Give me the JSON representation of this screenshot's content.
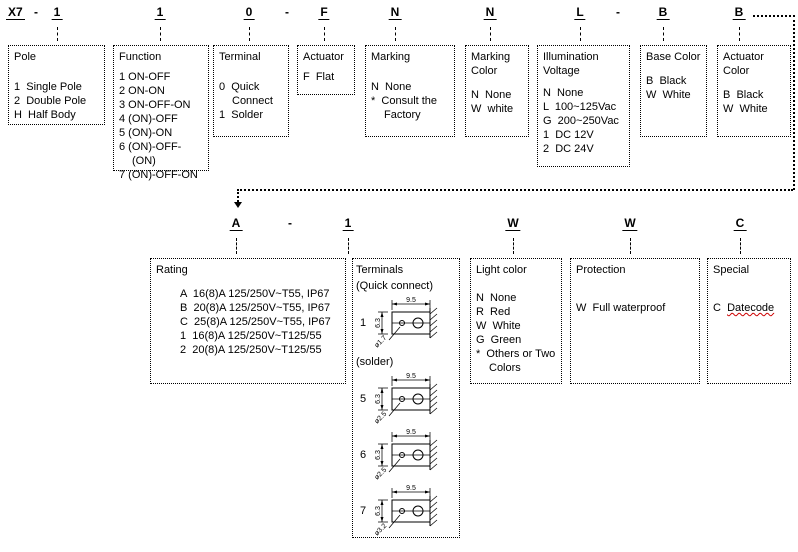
{
  "top_row": {
    "prefix": "X7",
    "dash": "-",
    "boxes": [
      {
        "code": "1",
        "title": "Pole",
        "items": [
          "1  Single Pole",
          "2  Double Pole",
          "H  Half Body"
        ]
      },
      {
        "code": "1",
        "title": "Function",
        "items": [
          "1 ON-OFF",
          "2 ON-ON",
          "3 ON-OFF-ON",
          "4 (ON)-OFF",
          "5 (ON)-ON",
          "6 (ON)-OFF-(ON)",
          "7 (ON)-OFF-ON"
        ]
      },
      {
        "code": "0",
        "title": "Terminal",
        "items": [
          "0  Quick Connect",
          "1  Solder"
        ]
      },
      {
        "code": "F",
        "title": "Actuator",
        "items": [
          "F  Flat"
        ]
      },
      {
        "code": "N",
        "title": "Marking",
        "items": [
          "N  None",
          "*  Consult the Factory"
        ]
      },
      {
        "code": "N",
        "title": "Marking Color",
        "items": [
          "N  None",
          "W  white"
        ]
      },
      {
        "code": "L",
        "title": "Illumination Voltage",
        "items": [
          "N  None",
          "L  100~125Vac",
          "G  200~250Vac",
          "1  DC 12V",
          "2  DC 24V"
        ]
      },
      {
        "code": "B",
        "title": "Base Color",
        "items": [
          "B  Black",
          "W  White"
        ]
      },
      {
        "code": "B",
        "title": "Actuator Color",
        "items": [
          "B  Black",
          "W  White"
        ]
      }
    ]
  },
  "bottom_row": {
    "dash": "-",
    "rating": {
      "code": "A",
      "title": "Rating",
      "items": [
        "A  16(8)A 125/250V~T55, IP67",
        "B  20(8)A 125/250V~T55, IP67",
        "C  25(8)A 125/250V~T55, IP67",
        "1  16(8)A 125/250V~T125/55",
        "2  20(8)A 125/250V~T125/55"
      ]
    },
    "terminals": {
      "code": "1",
      "title": "Terminals",
      "subtitle_quick": "(Quick connect)",
      "subtitle_solder": "(solder)",
      "quick_figures": [
        {
          "num": "1",
          "dim_w": "9.5",
          "dim_h": "6.3",
          "dia": "ø1.7"
        }
      ],
      "solder_figures": [
        {
          "num": "5",
          "dim_w": "9.5",
          "dim_h": "6.3",
          "dia": "ø2.5"
        },
        {
          "num": "6",
          "dim_w": "9.5",
          "dim_h": "6.3",
          "dia": "ø2.5"
        },
        {
          "num": "7",
          "dim_w": "9.5",
          "dim_h": "6.3",
          "dia": "ø3.2"
        }
      ]
    },
    "light_color": {
      "code": "W",
      "title": "Light color",
      "items": [
        "N  None",
        "R  Red",
        "W  White",
        "G  Green",
        "*  Others or Two Colors"
      ]
    },
    "protection": {
      "code": "W",
      "title": "Protection",
      "items": [
        "W  Full waterproof"
      ]
    },
    "special": {
      "code": "C",
      "title": "Special",
      "item_code": "C",
      "item_label": "Datecode"
    }
  }
}
